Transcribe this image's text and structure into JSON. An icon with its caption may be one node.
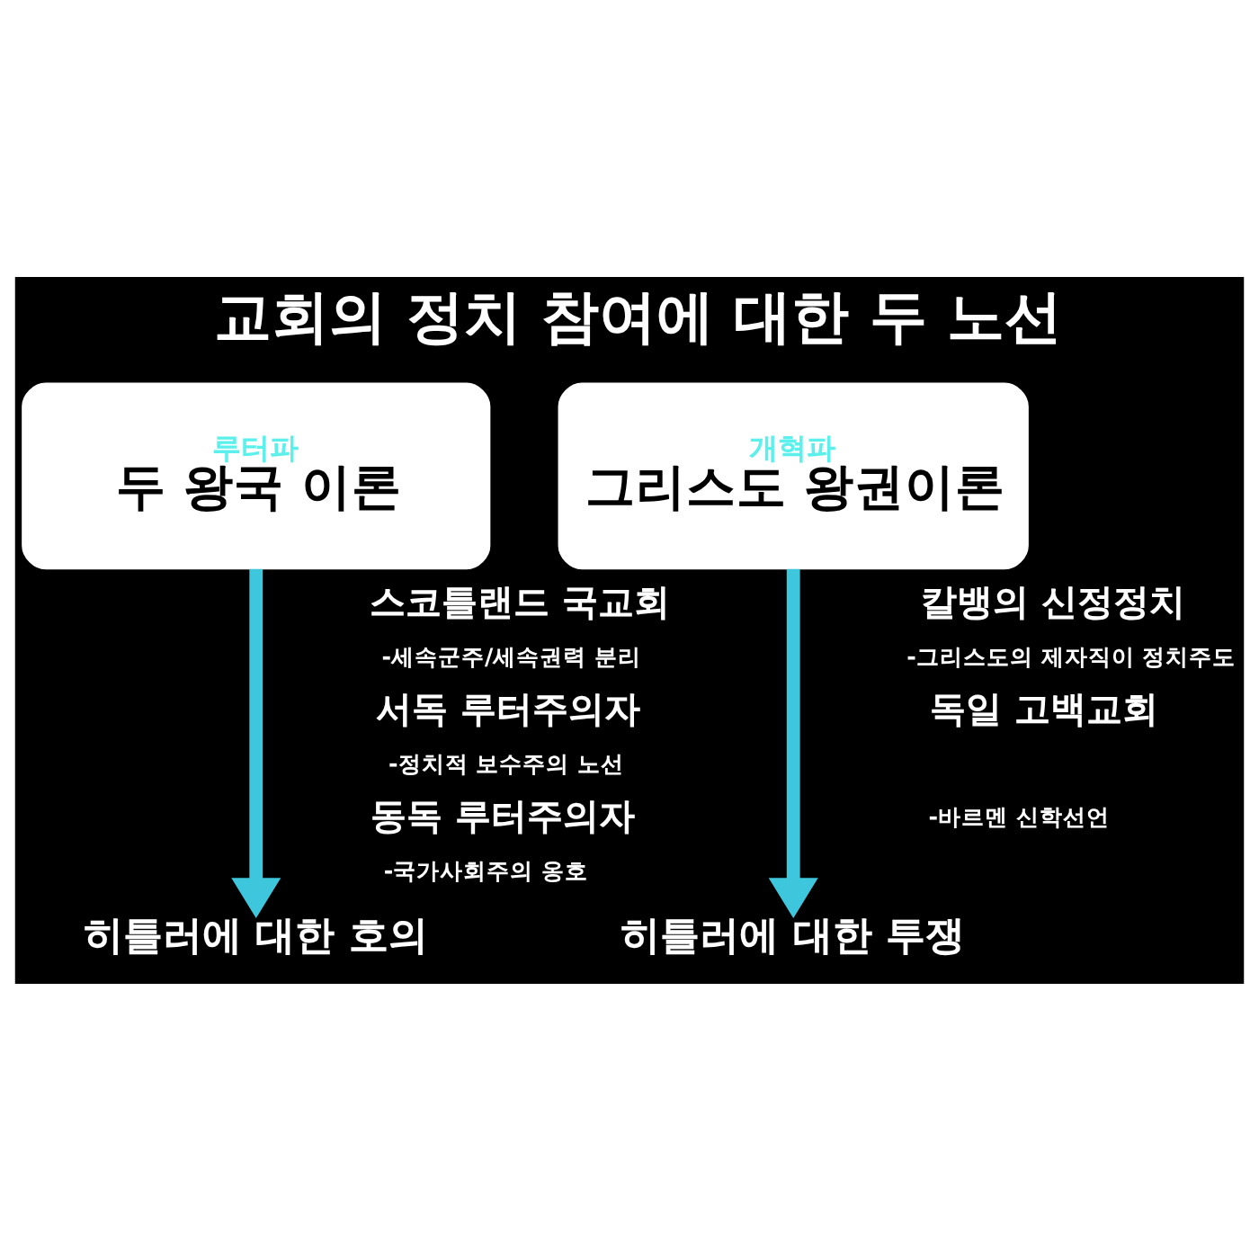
{
  "diagram": {
    "title": "교회의 정치 참여에 대한 두 노선",
    "nodes": [
      {
        "text": [
          "루터파",
          "두 왕국 이론"
        ]
      },
      {
        "text": [
          "개혁파",
          "그리스도 왕권이론"
        ]
      },
      {
        "text": [
          "히틀러에 대한 호의"
        ]
      },
      {
        "text": [
          "히틀러에 대한 투쟁"
        ]
      }
    ],
    "edges": [
      {
        "from": 0,
        "to": 2,
        "arrow": "to"
      },
      {
        "from": 1,
        "to": 3,
        "arrow": "to"
      }
    ],
    "labels": [
      "스코틀랜드 국교회",
      "-세속군주/세속권력 분리",
      "서독 루터주의자",
      "-정치적 보수주의 노선",
      "동독 루터주의자",
      "-국가사회주의 옹호",
      "칼뱅의 신정정치",
      "-그리스도의 제자직이 정치주도",
      "독일 고백교회",
      "-바르멘 신학선언"
    ]
  }
}
